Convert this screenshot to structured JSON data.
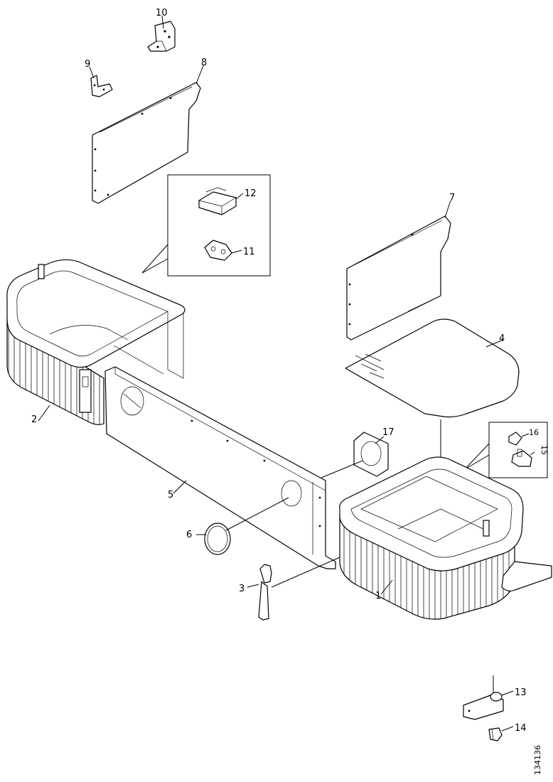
{
  "callouts": {
    "c1": "1",
    "c2": "2",
    "c3": "3",
    "c4": "4",
    "c5": "5",
    "c6": "6",
    "c7": "7",
    "c8": "8",
    "c9": "9",
    "c10": "10",
    "c11": "11",
    "c12": "12",
    "c13": "13",
    "c14": "14",
    "c15": "15",
    "c16": "16",
    "c17": "17"
  },
  "drawing_number": "134136"
}
